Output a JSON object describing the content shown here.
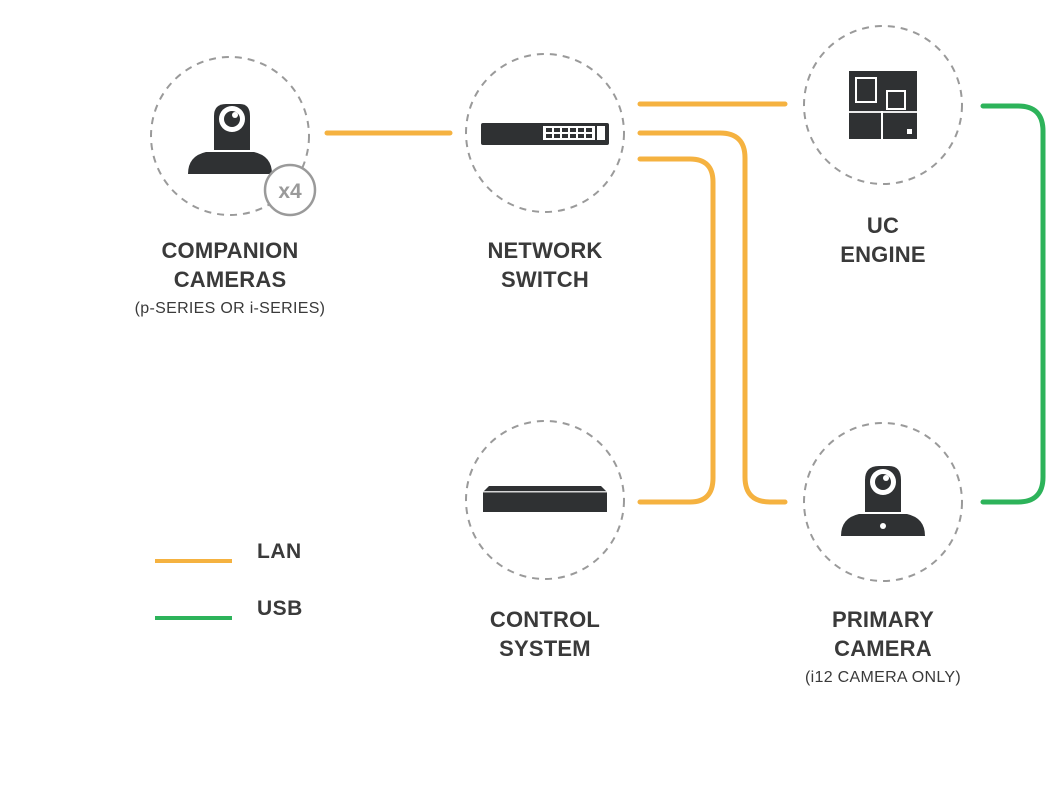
{
  "colors": {
    "lan": "#F5B240",
    "usb": "#2DB35A",
    "icon": "#2F3133",
    "dashed_circle": "#9A9A9A",
    "text": "#3A3A3A"
  },
  "nodes": {
    "companion_cameras": {
      "title_line1": "COMPANION",
      "title_line2": "CAMERAS",
      "subtitle": "(p-SERIES OR i-SERIES)",
      "badge": "x4",
      "icon": "ptz-camera-icon"
    },
    "network_switch": {
      "title_line1": "NETWORK",
      "title_line2": "SWITCH",
      "icon": "network-switch-icon"
    },
    "uc_engine": {
      "title_line1": "UC",
      "title_line2": "ENGINE",
      "icon": "uc-engine-icon"
    },
    "control_system": {
      "title_line1": "CONTROL",
      "title_line2": "SYSTEM",
      "icon": "control-system-icon"
    },
    "primary_camera": {
      "title_line1": "PRIMARY",
      "title_line2": "CAMERA",
      "subtitle": "(i12 CAMERA ONLY)",
      "icon": "ptz-camera-icon"
    }
  },
  "legend": {
    "lan_label": "LAN",
    "usb_label": "USB"
  }
}
